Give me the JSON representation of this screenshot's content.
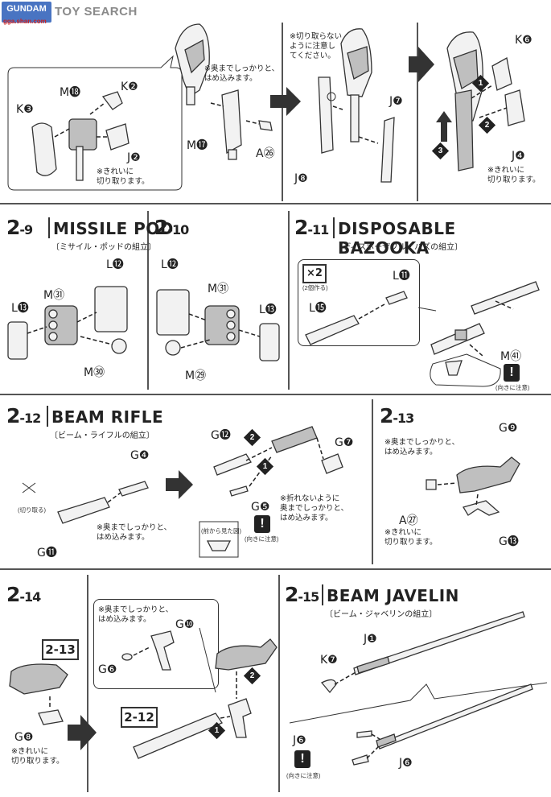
{
  "watermark": {
    "brand": "TOY SEARCH",
    "logo": "GUNDAM",
    "url": "gga.shan.com"
  },
  "top": {
    "left_labels": {
      "k2": "K❷",
      "m18": "M⓲",
      "k3": "K❸",
      "j2": "J❷",
      "m17": "M⓱",
      "a26": "A㉖"
    },
    "left_note_1": "※奥までしっかりと、\nはめ込みます。",
    "left_note_2": "※きれいに\n切り取ります。",
    "mid_note": "※切り取らない\nように注意し\nてください。",
    "mid_labels": {
      "j7": "J❼",
      "j8": "J❽"
    },
    "right_labels": {
      "k6": "K❻",
      "j4": "J❹"
    },
    "right_note": "※きれいに\n切り取ります。",
    "steps": [
      "1",
      "2",
      "3"
    ]
  },
  "sec_2_9": {
    "num": "2",
    "sub_num": "-9",
    "title": "MISSILE POD",
    "subtitle": "〔ミサイル・ポッドの組立〕",
    "labels": {
      "l12": "L⓬",
      "m31": "M㉛",
      "l13": "L⓭",
      "m30": "M㉚"
    }
  },
  "sec_2_10": {
    "num": "2",
    "sub_num": "-10",
    "labels": {
      "l12": "L⓬",
      "m31": "M㉛",
      "l13": "L⓭",
      "m29": "M㉙"
    }
  },
  "sec_2_11": {
    "num": "2",
    "sub_num": "-11",
    "title": "DISPOSABLE BAZOOKA",
    "subtitle": "〔ディスポーザブル・バズの組立〕",
    "x2": "×2",
    "x2_note": "(2個作る)",
    "labels": {
      "l11": "L⓫",
      "l15": "L⓯",
      "m41": "M㊶"
    },
    "warn_note": "(向きに注意)"
  },
  "sec_2_12": {
    "num": "2",
    "sub_num": "-12",
    "title": "BEAM RIFLE",
    "subtitle": "〔ビーム・ライフルの組立〕",
    "cut_note": "(切り取る)",
    "note_1": "※奥までしっかりと、\nはめ込みます。",
    "note_2": "※折れないように\n奥までしっかりと、\nはめ込みます。",
    "front_view": "(前から見た図)",
    "warn_note": "(向きに注意)",
    "labels": {
      "g4": "G❹",
      "g11": "G⓫",
      "g12": "G⓬",
      "g7": "G❼",
      "g5": "G❺"
    },
    "steps": [
      "1",
      "2"
    ]
  },
  "sec_2_13": {
    "num": "2",
    "sub_num": "-13",
    "note_1": "※奥までしっかりと、\nはめ込みます。",
    "note_2": "※きれいに\n切り取ります。",
    "labels": {
      "g9": "G❾",
      "a27": "A㉗",
      "g13": "G⓭"
    }
  },
  "sec_2_14": {
    "num": "2",
    "sub_num": "-14",
    "ref_1": "2-13",
    "ref_2": "2-12",
    "note_1": "※奥までしっかりと、\nはめ込みます。",
    "note_2": "※きれいに\n切り取ります。",
    "labels": {
      "g10": "G❿",
      "g6": "G❻",
      "g8": "G❽"
    },
    "steps": [
      "1",
      "2"
    ]
  },
  "sec_2_15": {
    "num": "2",
    "sub_num": "-15",
    "title": "BEAM JAVELIN",
    "subtitle": "〔ビーム・ジャベリンの組立〕",
    "warn_note": "(向きに注意)",
    "labels": {
      "j1": "J❶",
      "k7": "K❼",
      "j6a": "J❻",
      "j6b": "J❻"
    }
  }
}
